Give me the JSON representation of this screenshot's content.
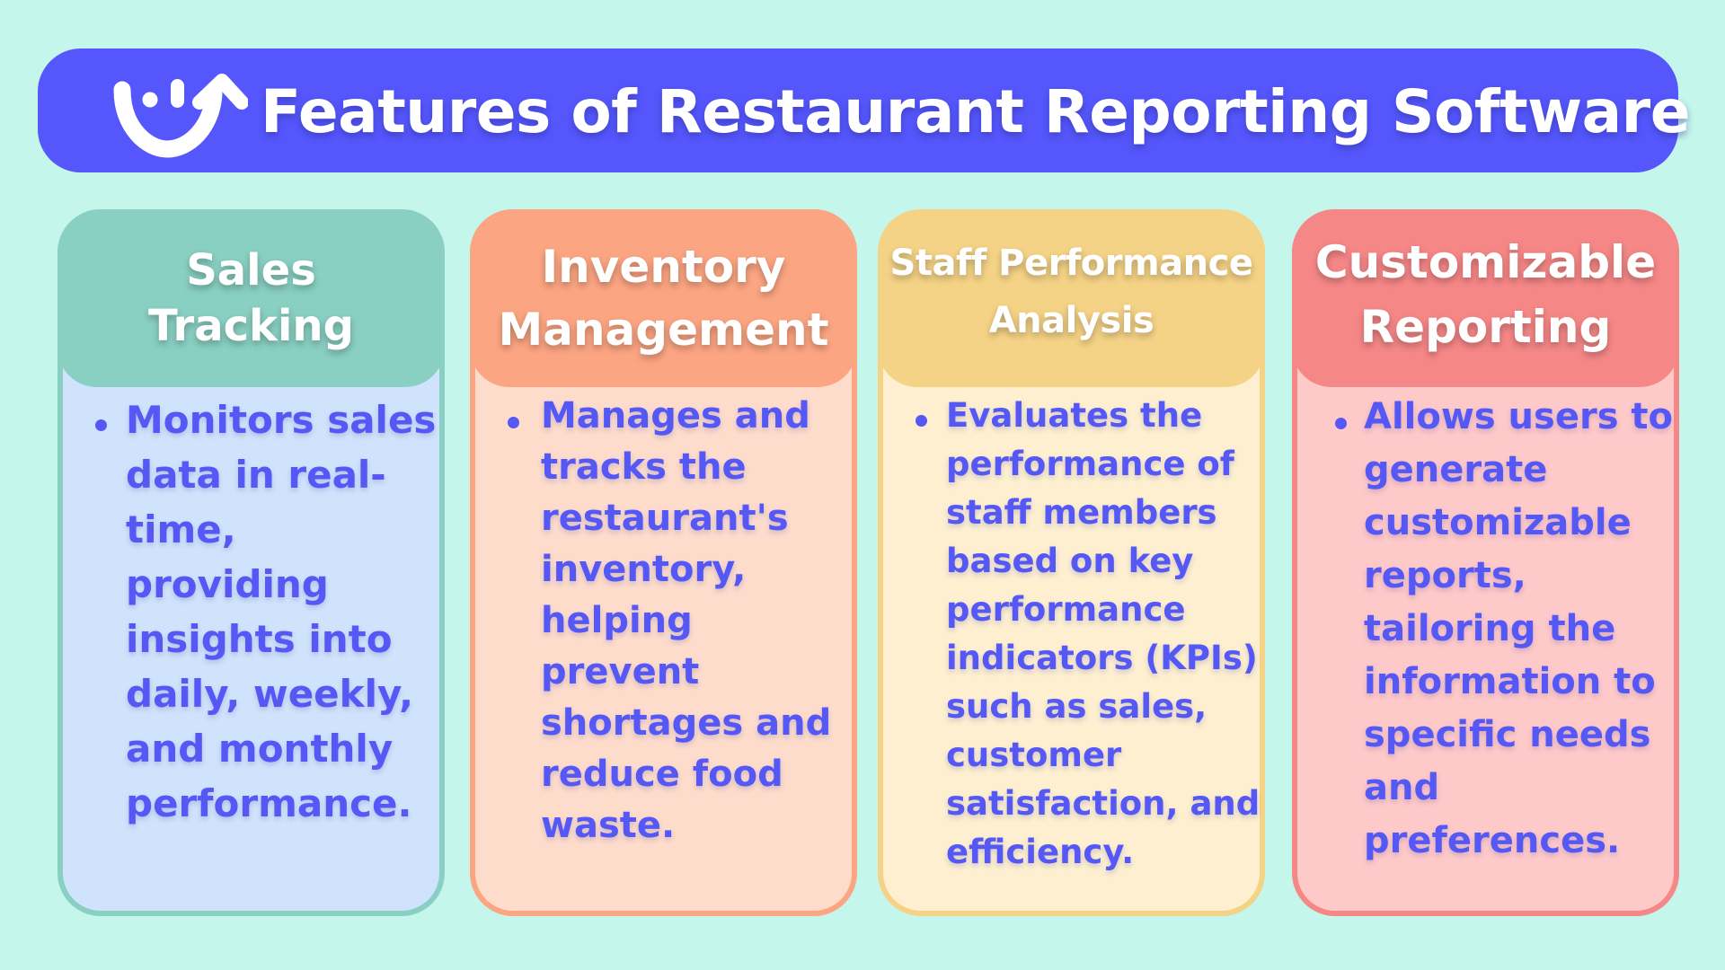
{
  "header": {
    "title": "Features of Restaurant Reporting Software",
    "logo_icon": "smile-arrow-logo-icon",
    "background_color": "#5557fc"
  },
  "page": {
    "background_color": "#c4f6ec",
    "bullet_text_color": "#5558f5"
  },
  "cards": [
    {
      "title_line1": "Sales",
      "title_line2": "Tracking",
      "header_color": "#89d0c2",
      "body_color": "#d0e3fc",
      "bullet": "Monitors sales\ndata in real-\ntime, providing\ninsights into\ndaily, weekly,\nand monthly\nperformance."
    },
    {
      "title_line1": "Inventory",
      "title_line2": "Management",
      "header_color": "#fca582",
      "body_color": "#fddccc",
      "bullet": "Manages and\ntracks the\nrestaurant's\ninventory,\nhelping prevent\nshortages and\nreduce food\nwaste."
    },
    {
      "title_line1": "Staff Performance",
      "title_line2": "Analysis",
      "header_color": "#f5d386",
      "body_color": "#fdefd0",
      "bullet": "Evaluates the\nperformance of\nstaff members\nbased on key\nperformance\nindicators (KPIs)\nsuch as sales,\ncustomer\nsatisfaction, and\nefficiency."
    },
    {
      "title_line1": "Customizable",
      "title_line2": "Reporting",
      "header_color": "#f68787",
      "body_color": "#fec9c9",
      "bullet": "Allows users to\ngenerate\ncustomizable\nreports,\ntailoring the\ninformation to\nspecific needs\nand\npreferences."
    }
  ]
}
